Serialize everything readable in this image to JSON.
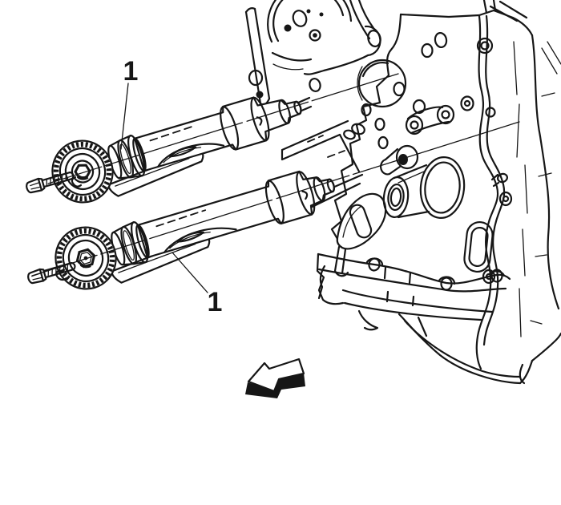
{
  "figure": {
    "background": "#ffffff",
    "ink": "#161616",
    "callouts": [
      {
        "label": "1"
      },
      {
        "label": "1"
      }
    ],
    "icons": {
      "direction_arrow": "left-pointing-3d-arrow"
    }
  }
}
